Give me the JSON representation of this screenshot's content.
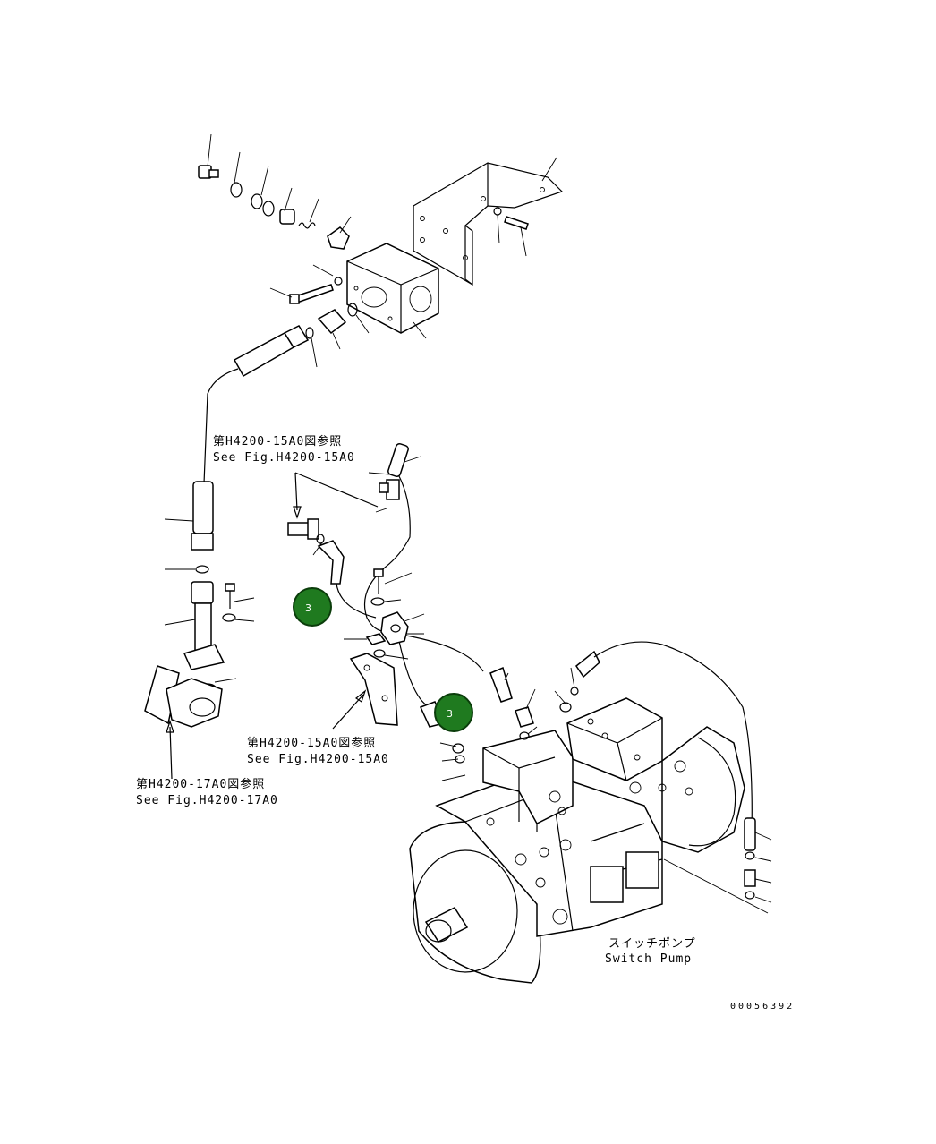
{
  "references": {
    "ref1_jp": "第H4200-15A0図参照",
    "ref1_en": "See Fig.H4200-15A0",
    "ref2_jp": "第H4200-15A0図参照",
    "ref2_en": "See Fig.H4200-15A0",
    "ref3_jp": "第H4200-17A0図参照",
    "ref3_en": "See Fig.H4200-17A0"
  },
  "pump_label": {
    "jp": "スイッチポンプ",
    "en": "Switch Pump"
  },
  "callouts": [
    {
      "number": "3"
    },
    {
      "number": "3"
    }
  ],
  "drawing_code": "00056392",
  "colors": {
    "callout_fill": "#1f7a1f",
    "line": "#000000",
    "background": "#ffffff"
  }
}
